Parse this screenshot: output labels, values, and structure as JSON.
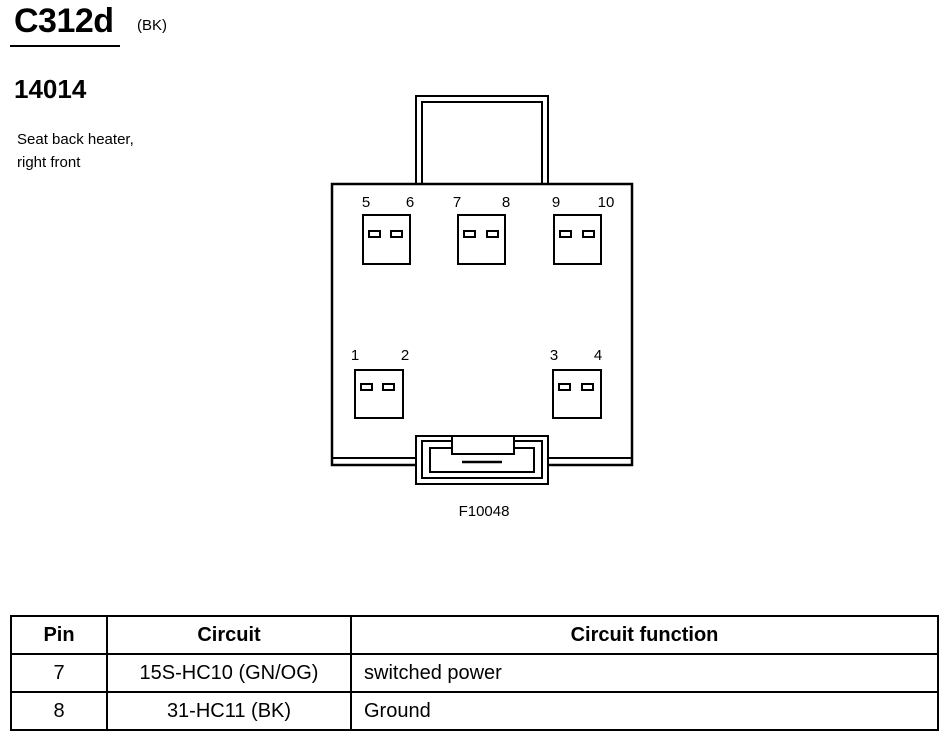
{
  "connector": {
    "id": "C312d",
    "color": "(BK)",
    "part_number": "14014",
    "description_lines": [
      "Seat back heater,",
      "right front"
    ]
  },
  "diagram": {
    "pin_labels": [
      "5",
      "6",
      "7",
      "8",
      "9",
      "10",
      "1",
      "2",
      "3",
      "4"
    ],
    "figure_label": "F10048"
  },
  "pin_table": {
    "headers": [
      "Pin",
      "Circuit",
      "Circuit function"
    ],
    "rows": [
      {
        "pin": "7",
        "circuit": "15S-HC10 (GN/OG)",
        "function": "switched power"
      },
      {
        "pin": "8",
        "circuit": "31-HC11 (BK)",
        "function": "Ground"
      }
    ]
  }
}
